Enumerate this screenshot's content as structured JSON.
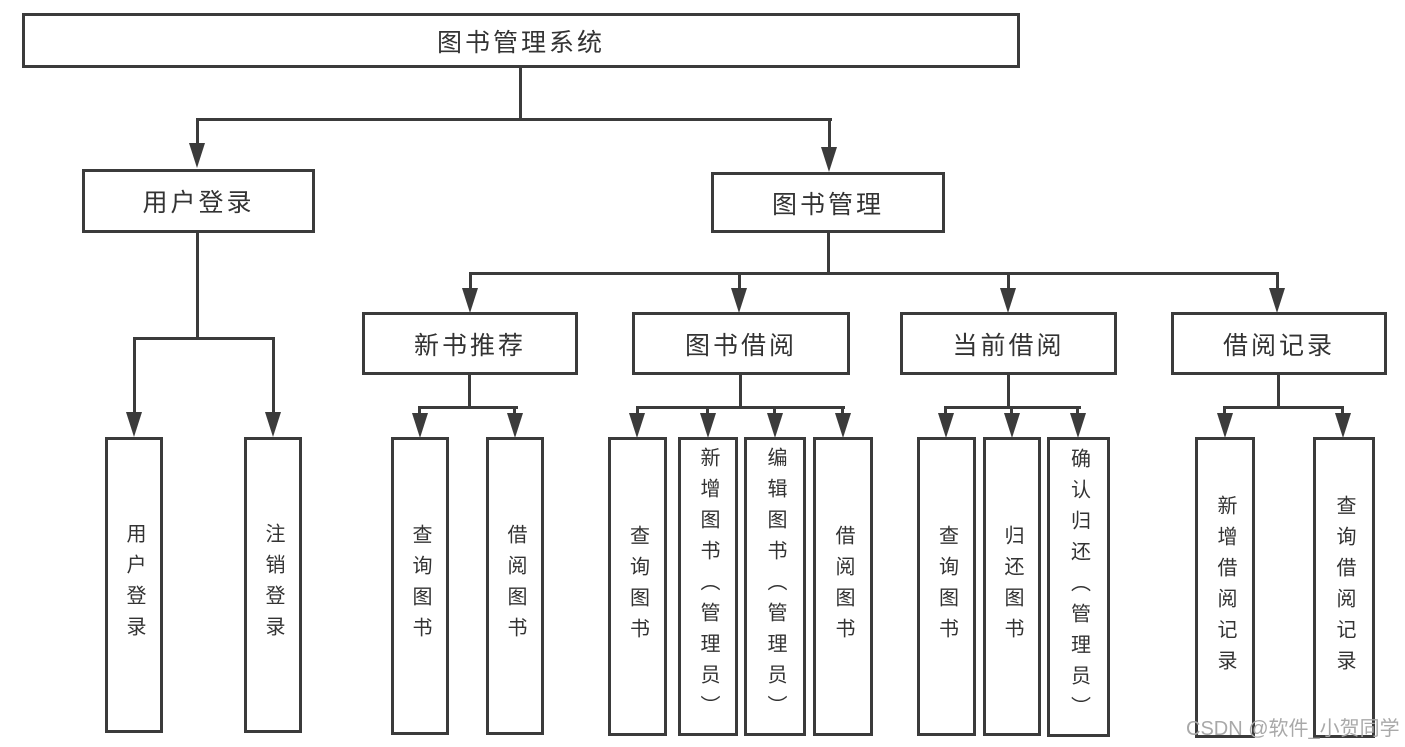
{
  "colors": {
    "line": "#3b3b3b",
    "text": "#333333",
    "background": "#ffffff",
    "watermark": "#a9a9a9"
  },
  "nodes": {
    "root": {
      "label": "图书管理系统"
    },
    "user_login": {
      "label": "用户登录"
    },
    "book_mgmt": {
      "label": "图书管理"
    },
    "new_book_rec": {
      "label": "新书推荐"
    },
    "book_borrow": {
      "label": "图书借阅"
    },
    "current_borrow": {
      "label": "当前借阅"
    },
    "borrow_record": {
      "label": "借阅记录"
    },
    "leaf_user_login": {
      "label": "用户登录"
    },
    "leaf_logout": {
      "label": "注销登录"
    },
    "leaf_query_book_rec": {
      "label": "查询图书"
    },
    "leaf_borrow_book_rec": {
      "label": "借阅图书"
    },
    "leaf_query_book_borrow": {
      "label": "查询图书"
    },
    "leaf_add_book": {
      "label": "新增图书（管理员）"
    },
    "leaf_edit_book": {
      "label": "编辑图书（管理员）"
    },
    "leaf_borrow_book_borrow": {
      "label": "借阅图书"
    },
    "leaf_query_book_current": {
      "label": "查询图书"
    },
    "leaf_return_book": {
      "label": "归还图书"
    },
    "leaf_confirm_return": {
      "label": "确认归还（管理员）"
    },
    "leaf_add_record": {
      "label": "新增借阅记录"
    },
    "leaf_query_record": {
      "label": "查询借阅记录"
    }
  },
  "watermark": {
    "text": "CSDN @软件_小贺同学"
  }
}
